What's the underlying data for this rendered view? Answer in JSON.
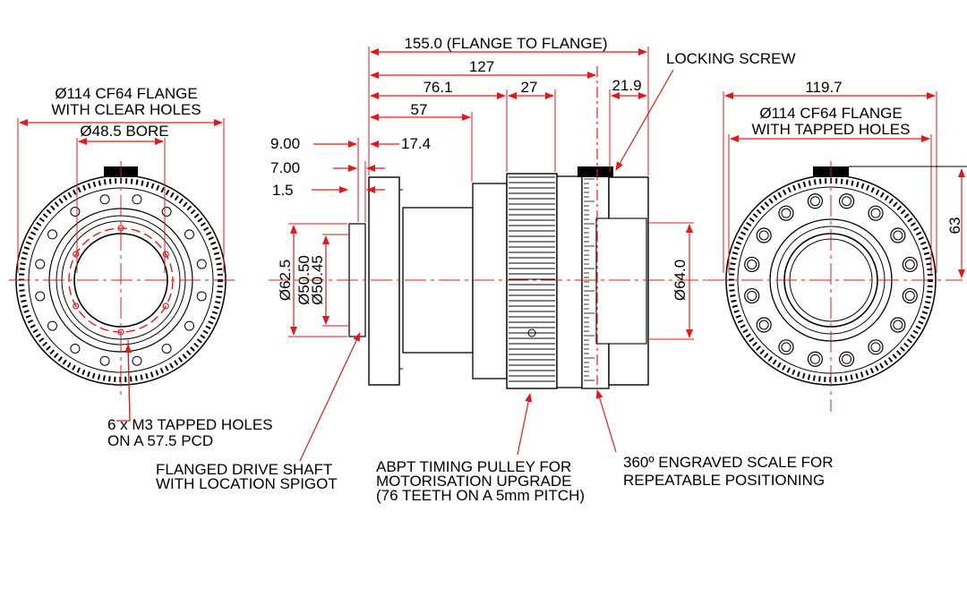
{
  "colors": {
    "dimension_red": "#e01a1a",
    "outline": "#000000",
    "part_fill": "#ffffff",
    "hatch": "#000000"
  },
  "left_view": {
    "flange_label_line1": "Ø114 CF64 FLANGE",
    "flange_label_line2": "WITH CLEAR HOLES",
    "bore_label": "Ø48.5 BORE",
    "tapped_holes_line1": "6 x M3 TAPPED HOLES",
    "tapped_holes_line2": "ON A 57.5 PCD"
  },
  "side_view": {
    "overall_length": "155.0 (FLANGE TO FLANGE)",
    "dim_127": "127",
    "dim_76_1": "76.1",
    "dim_27": "27",
    "dim_21_9": "21.9",
    "dim_57": "57",
    "dim_9_00": "9.00",
    "dim_17_4": "17.4",
    "dim_7_00": "7.00",
    "dim_1_5": "1.5",
    "dia_62_5": "Ø62.5",
    "dia_50_50": "Ø50.50",
    "dia_50_45": "Ø50.45",
    "dia_64_0": "Ø64.0",
    "locking_screw": "LOCKING SCREW",
    "shaft_line1": "FLANGED DRIVE SHAFT",
    "shaft_line2": "WITH LOCATION SPIGOT",
    "pulley_line1": "ABPT TIMING PULLEY FOR",
    "pulley_line2": "MOTORISATION UPGRADE",
    "pulley_line3": "(76 TEETH ON A 5mm PITCH)",
    "scale_line1": "360º ENGRAVED SCALE FOR",
    "scale_line2": "REPEATABLE POSITIONING"
  },
  "right_view": {
    "width_dim": "119.7",
    "flange_label_line1": "Ø114 CF64 FLANGE",
    "flange_label_line2": "WITH TAPPED HOLES",
    "height_dim": "63"
  }
}
